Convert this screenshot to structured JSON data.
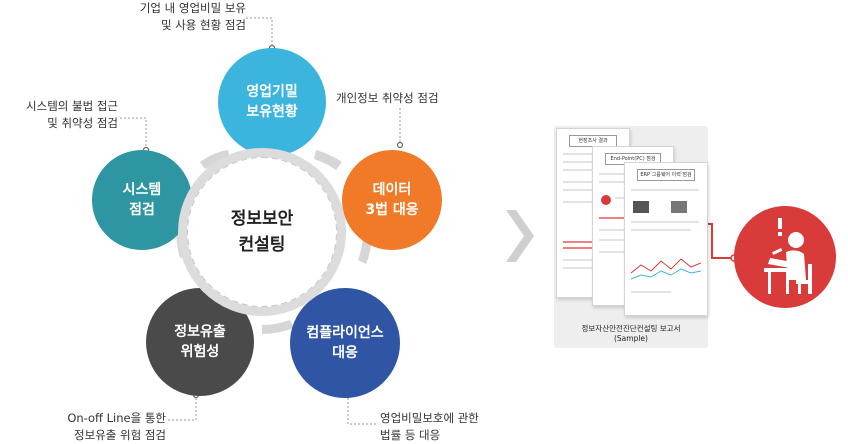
{
  "center": {
    "line1": "정보보안",
    "line2": "컨설팅"
  },
  "nodes": {
    "trade_secret": {
      "line1": "영업기밀",
      "line2": "보유현황",
      "color": "#3bb4de"
    },
    "data_law": {
      "line1": "데이터",
      "line2": "3법 대응",
      "color": "#f07a28"
    },
    "compliance": {
      "line1": "컴플라이언스",
      "line2": "대응",
      "color": "#2f55a4"
    },
    "leak_risk": {
      "line1": "정보유출",
      "line2": "위험성",
      "color": "#4a4a4a"
    },
    "system_check": {
      "line1": "시스템",
      "line2": "점검",
      "color": "#2e96a2"
    }
  },
  "annotations": {
    "trade_secret": {
      "line1": "기업 내 영업비밀 보유",
      "line2": "및 사용 현황 점검"
    },
    "data_law": {
      "line1": "개인정보 취약성 점검"
    },
    "system_check": {
      "line1": "시스템의 불법 접근",
      "line2": "및 취약성 점검"
    },
    "leak_risk": {
      "line1": "On-off Line을 통한",
      "line2": "정보유출 위험 점검"
    },
    "compliance": {
      "line1": "영업비밀보호에 관한",
      "line2": "법률 등 대응"
    }
  },
  "report": {
    "caption": "정보자산안전진단컨설팅 보고서",
    "sub": "(Sample)",
    "doc1_title": "현장조사 결과",
    "doc2_title": "End-Point(PC) 점검",
    "doc3_title": "ERP 그룹웨어 이력 점검"
  },
  "colors": {
    "accent_red": "#d93a3a",
    "arrow": "#cfcfcf"
  }
}
